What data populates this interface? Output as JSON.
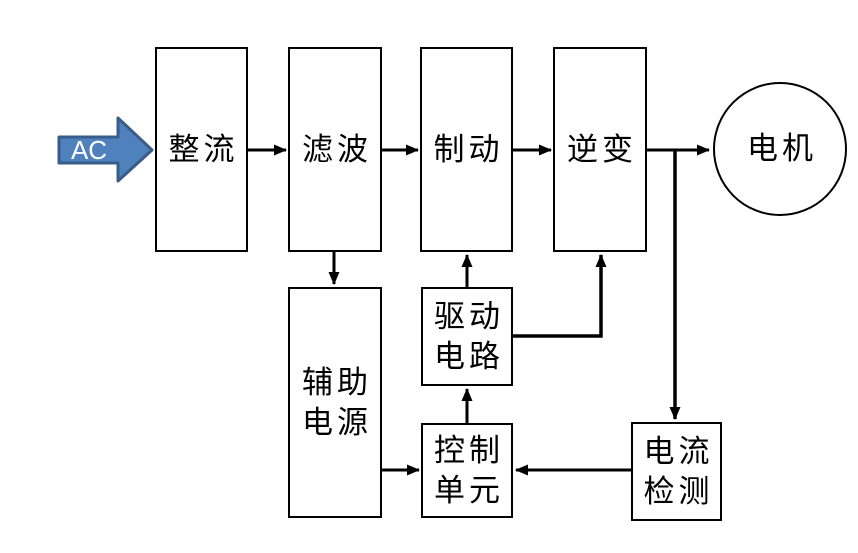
{
  "diagram": {
    "input_label": "AC",
    "nodes": {
      "rectifier": {
        "label": "整流"
      },
      "filter": {
        "label": "滤波"
      },
      "brake": {
        "label": "制动"
      },
      "inverter": {
        "label": "逆变"
      },
      "motor": {
        "label": "电机"
      },
      "aux_power": {
        "lines": [
          "辅助",
          "电源"
        ]
      },
      "drive_circuit": {
        "lines": [
          "驱动",
          "电路"
        ]
      },
      "control_unit": {
        "lines": [
          "控制",
          "单元"
        ]
      },
      "current_detect": {
        "lines": [
          "电流",
          "检测"
        ]
      }
    },
    "connections": [
      {
        "from": "ac-input",
        "to": "rectifier"
      },
      {
        "from": "rectifier",
        "to": "filter"
      },
      {
        "from": "filter",
        "to": "brake"
      },
      {
        "from": "brake",
        "to": "inverter"
      },
      {
        "from": "inverter",
        "to": "motor"
      },
      {
        "from": "filter",
        "to": "aux_power"
      },
      {
        "from": "aux_power",
        "to": "control_unit"
      },
      {
        "from": "control_unit",
        "to": "drive_circuit"
      },
      {
        "from": "drive_circuit",
        "to": "brake"
      },
      {
        "from": "drive_circuit",
        "to": "inverter"
      },
      {
        "from": "inverter-motor-line",
        "to": "current_detect"
      },
      {
        "from": "current_detect",
        "to": "control_unit"
      }
    ],
    "colors": {
      "background": "#ffffff",
      "line": "#000000",
      "ac_arrow_fill": "#4f81bd",
      "ac_arrow_border": "#385d8a",
      "ac_text": "#ffffff"
    }
  }
}
